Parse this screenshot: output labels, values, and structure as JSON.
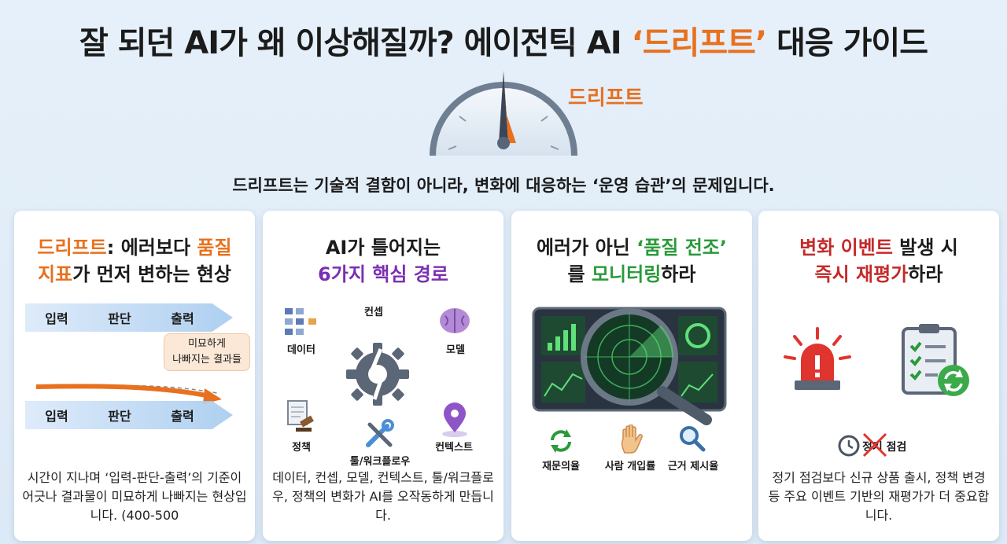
{
  "header": {
    "title_prefix": "잘 되던 AI가 왜 이상해질까? 에이전틱 AI ",
    "title_accent": "‘드리프트’",
    "title_suffix": " 대응 가이드",
    "gauge_label": "드리프트",
    "subtitle": "드리프트는 기술적 결함이 아니라, 변화에 대응하는 ‘운영 습관’의 문제입니다."
  },
  "card1": {
    "title_a": "드리프트",
    "title_b": ": 에러보다 ",
    "title_c": "품질",
    "title_d": "지표",
    "title_e": "가 먼저 변하는 현상",
    "flow_top": [
      "입력",
      "판단",
      "출력"
    ],
    "bubble_line1": "미묘하게",
    "bubble_line2": "나빠지는 결과들",
    "flow_bottom": [
      "입력",
      "판단",
      "출력"
    ],
    "desc": "시간이 지나며 ‘입력-판단-출력’의 기준이 어긋나 결과물이 미묘하게 나빠지는 현상입니다. (400-500"
  },
  "card2": {
    "title_a": "AI가 틀어지는",
    "title_b": "6가지 핵심 경로",
    "labels": {
      "data": "데이터",
      "concept": "컨셉",
      "model": "모델",
      "policy": "정책",
      "tool": "툴/워크플로우",
      "context": "컨텍스트"
    },
    "desc": "데이터, 컨셉, 모델, 컨텍스트, 툴/워크플로우, 정책의 변화가 AI를 오작동하게 만듭니다."
  },
  "card3": {
    "title_a": "에러가 아닌 ",
    "title_b": "‘품질 전조’",
    "title_c": "를 ",
    "title_d": "모니터링",
    "title_e": "하라",
    "signals": [
      "재문의율",
      "사람 개입률",
      "근거 제시율"
    ]
  },
  "card4": {
    "title_a": "변화 이벤트",
    "title_b": " 발생 시",
    "title_c": "즉시 재평가",
    "title_d": "하라",
    "periodic_label": "정기 점검",
    "desc": "정기 점검보다 신규 상품 출시, 정책 변경 등 주요 이벤트 기반의 재평가가 더 중요합니다."
  }
}
